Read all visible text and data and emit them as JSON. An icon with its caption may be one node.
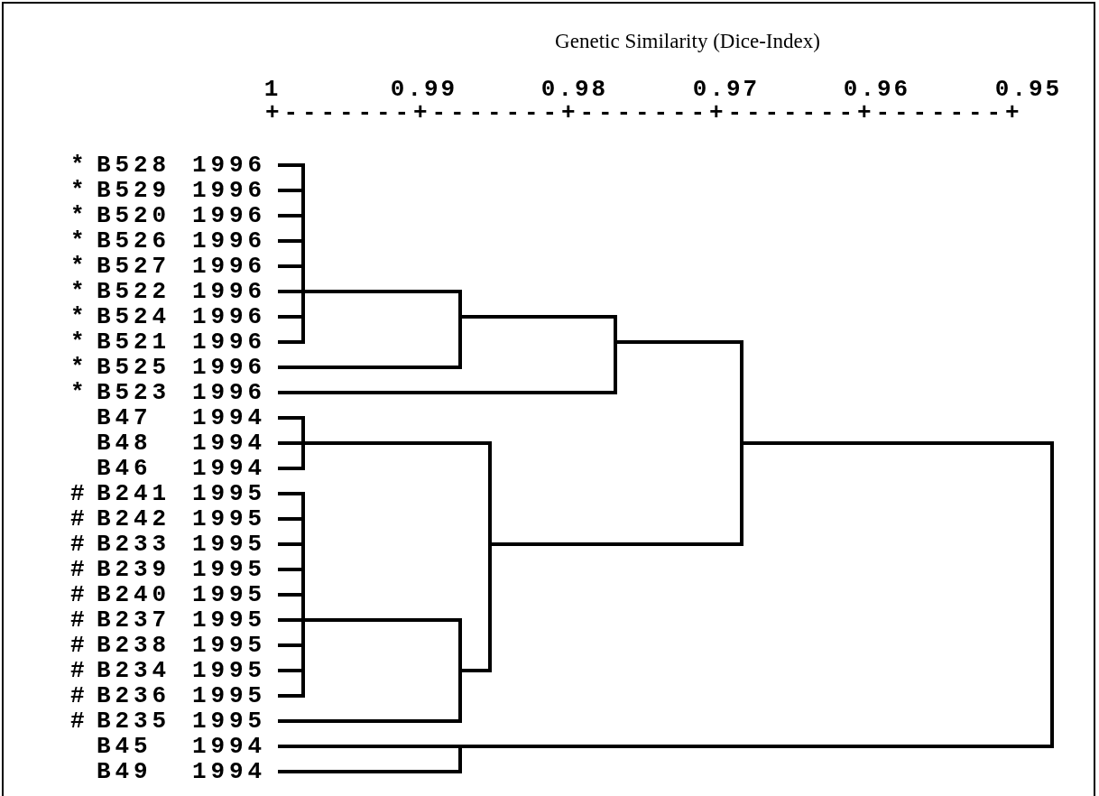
{
  "diagram": {
    "title": "Genetic Similarity (Dice-Index)",
    "nodes": [
      {
        "text": [
          "*",
          "B528",
          "1996"
        ]
      },
      {
        "text": [
          "*",
          "B529",
          "1996"
        ]
      },
      {
        "text": [
          "*",
          "B520",
          "1996"
        ]
      },
      {
        "text": [
          "*",
          "B526",
          "1996"
        ]
      },
      {
        "text": [
          "*",
          "B527",
          "1996"
        ]
      },
      {
        "text": [
          "*",
          "B522",
          "1996"
        ]
      },
      {
        "text": [
          "*",
          "B524",
          "1996"
        ]
      },
      {
        "text": [
          "*",
          "B521",
          "1996"
        ]
      },
      {
        "text": [
          "*",
          "B525",
          "1996"
        ]
      },
      {
        "text": [
          "*",
          "B523",
          "1996"
        ]
      },
      {
        "text": [
          "B47",
          "1994"
        ]
      },
      {
        "text": [
          "B48",
          "1994"
        ]
      },
      {
        "text": [
          "B46",
          "1994"
        ]
      },
      {
        "text": [
          "#",
          "B241",
          "1995"
        ]
      },
      {
        "text": [
          "#",
          "B242",
          "1995"
        ]
      },
      {
        "text": [
          "#",
          "B233",
          "1995"
        ]
      },
      {
        "text": [
          "#",
          "B239",
          "1995"
        ]
      },
      {
        "text": [
          "#",
          "B240",
          "1995"
        ]
      },
      {
        "text": [
          "#",
          "B237",
          "1995"
        ]
      },
      {
        "text": [
          "#",
          "B238",
          "1995"
        ]
      },
      {
        "text": [
          "#",
          "B234",
          "1995"
        ]
      },
      {
        "text": [
          "#",
          "B236",
          "1995"
        ]
      },
      {
        "text": [
          "#",
          "B235",
          "1995"
        ]
      },
      {
        "text": [
          "B45",
          "1994"
        ]
      },
      {
        "text": [
          "B49",
          "1994"
        ]
      },
      {
        "text": [],
        "shape": "bar"
      },
      {
        "text": [],
        "shape": "bar"
      },
      {
        "text": [],
        "shape": "bar"
      },
      {
        "text": [],
        "shape": "bar"
      },
      {
        "text": [],
        "shape": "bar"
      },
      {
        "text": [],
        "shape": "bar"
      },
      {
        "text": [],
        "shape": "bar"
      },
      {
        "text": [],
        "shape": "bar"
      },
      {
        "text": [],
        "shape": "bar"
      },
      {
        "text": [],
        "shape": "bar"
      }
    ],
    "edges": [
      {
        "from": 0,
        "to": 25,
        "arrow": "none"
      },
      {
        "from": 1,
        "to": 25,
        "arrow": "none"
      },
      {
        "from": 2,
        "to": 25,
        "arrow": "none"
      },
      {
        "from": 3,
        "to": 25,
        "arrow": "none"
      },
      {
        "from": 4,
        "to": 25,
        "arrow": "none"
      },
      {
        "from": 5,
        "to": 25,
        "arrow": "none"
      },
      {
        "from": 6,
        "to": 25,
        "arrow": "none"
      },
      {
        "from": 7,
        "to": 25,
        "arrow": "none"
      },
      {
        "from": 25,
        "to": 26,
        "arrow": "none"
      },
      {
        "from": 8,
        "to": 26,
        "arrow": "none"
      },
      {
        "from": 26,
        "to": 27,
        "arrow": "none"
      },
      {
        "from": 9,
        "to": 27,
        "arrow": "none"
      },
      {
        "from": 27,
        "to": 32,
        "arrow": "none"
      },
      {
        "from": 10,
        "to": 28,
        "arrow": "none"
      },
      {
        "from": 11,
        "to": 28,
        "arrow": "none"
      },
      {
        "from": 12,
        "to": 28,
        "arrow": "none"
      },
      {
        "from": 28,
        "to": 31,
        "arrow": "none"
      },
      {
        "from": 13,
        "to": 29,
        "arrow": "none"
      },
      {
        "from": 14,
        "to": 29,
        "arrow": "none"
      },
      {
        "from": 15,
        "to": 29,
        "arrow": "none"
      },
      {
        "from": 16,
        "to": 29,
        "arrow": "none"
      },
      {
        "from": 17,
        "to": 29,
        "arrow": "none"
      },
      {
        "from": 18,
        "to": 29,
        "arrow": "none"
      },
      {
        "from": 19,
        "to": 29,
        "arrow": "none"
      },
      {
        "from": 20,
        "to": 29,
        "arrow": "none"
      },
      {
        "from": 21,
        "to": 29,
        "arrow": "none"
      },
      {
        "from": 29,
        "to": 30,
        "arrow": "none"
      },
      {
        "from": 22,
        "to": 30,
        "arrow": "none"
      },
      {
        "from": 30,
        "to": 31,
        "arrow": "none"
      },
      {
        "from": 31,
        "to": 32,
        "arrow": "none"
      },
      {
        "from": 32,
        "to": 34,
        "arrow": "none"
      },
      {
        "from": 23,
        "to": 33,
        "arrow": "none"
      },
      {
        "from": 24,
        "to": 33,
        "arrow": "none"
      },
      {
        "from": 33,
        "to": 34,
        "arrow": "none"
      }
    ],
    "labels": [
      "1",
      "0.99",
      "0.98",
      "0.97",
      "0.96",
      "0.95",
      "+-------+-------+-------+-------+-------+"
    ]
  }
}
